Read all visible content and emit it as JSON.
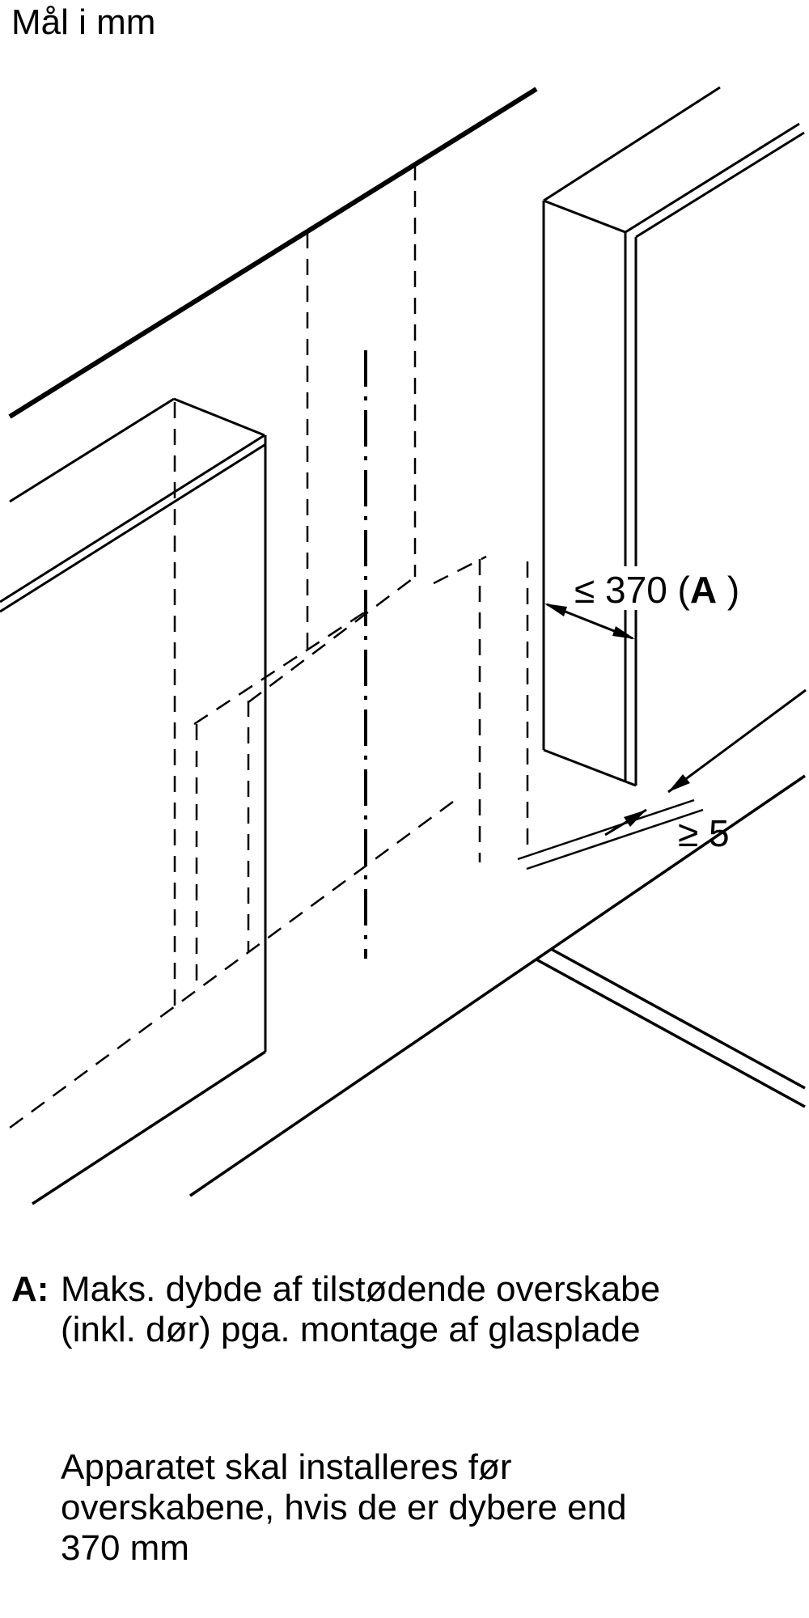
{
  "title": "Mål i mm",
  "dimensions": {
    "depth_prefix": "≤ 370 (",
    "depth_ref": "A",
    "depth_suffix": " )",
    "gap": "≥ 5"
  },
  "legend": {
    "ref_key": "A:",
    "ref_line1": "Maks. dybde af tilstødende overskabe",
    "ref_line2": "(inkl. dør) pga. montage af glasplade"
  },
  "note": {
    "line1": "Apparatet skal installeres før",
    "line2": "overskabene, hvis de er dybere end",
    "line3": "370 mm"
  },
  "colors": {
    "ink": "#000000",
    "background": "#ffffff"
  }
}
